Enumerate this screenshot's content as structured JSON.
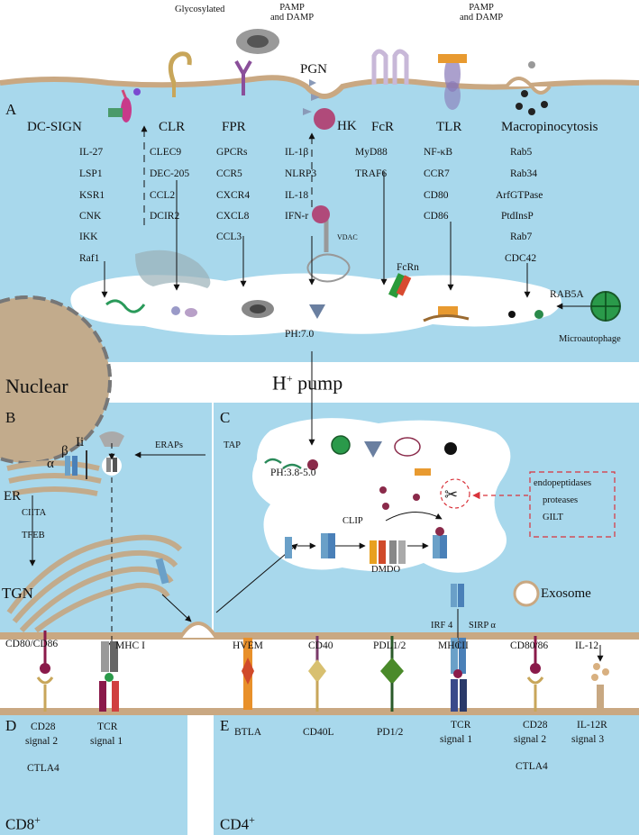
{
  "top": {
    "glycosylated": "Glycosylated",
    "pamp_damp_1": "PAMP\nand DAMP",
    "pamp_damp_2": "PAMP\nand DAMP",
    "pgn": "PGN",
    "hk": "HK",
    "vdac": "VDAC",
    "fcrn": "FcRn",
    "ph_70": "PH:7.0",
    "rab5a": "RAB5A",
    "microautophage": "Microautophage",
    "nuclear": "Nuclear",
    "h_pump": "H",
    "h_pump_sup": "+",
    "h_pump_tail": " pump"
  },
  "panels": {
    "a": "A",
    "b": "B",
    "c": "C",
    "d": "D",
    "e": "E",
    "cd8": "CD8",
    "cd8_sup": "+",
    "cd4": "CD4",
    "cd4_sup": "+"
  },
  "receptors": [
    {
      "name": "DC-SIGN",
      "molecules": [
        "IL-27",
        "LSP1",
        "KSR1",
        "CNK",
        "IKK",
        "Raf1"
      ]
    },
    {
      "name": "CLR",
      "molecules": [
        "CLEC9",
        "DEC-205",
        "CCL2",
        "DCIR2"
      ]
    },
    {
      "name": "FPR",
      "molecules": [
        "GPCRs",
        "CCR5",
        "CXCR4",
        "CXCL8",
        "CCL3"
      ]
    },
    {
      "name": "HK",
      "molecules": [
        "IL-1β",
        "NLRP3",
        "IL-18",
        "IFN-r"
      ]
    },
    {
      "name": "FcR",
      "molecules": [
        "MyD88",
        "TRAF6"
      ]
    },
    {
      "name": "TLR",
      "molecules": [
        "NF-κB",
        "CCR7",
        "CD80",
        "CD86"
      ]
    },
    {
      "name": "Macropinocytosis",
      "molecules": [
        "Rab5",
        "Rab34",
        "ArfGTPase",
        "PtdInsP",
        "Rab7",
        "CDC42"
      ]
    }
  ],
  "panel_b": {
    "alpha": "α",
    "beta": "β",
    "ii": "Ii",
    "er": "ER",
    "ciita": "CIITA",
    "tfeb": "TFEB",
    "tgn": "TGN",
    "erap": "ERAPs",
    "tap": "TAP"
  },
  "panel_c": {
    "ph_acid": "PH:3.8-5.0",
    "clip": "CLIP",
    "dmdo": "DMDO",
    "enzymes": [
      "endopeptidases",
      "proteases",
      "GILT"
    ],
    "exosome": "Exosome",
    "irf4": "IRF 4",
    "sirp": "SIRP α"
  },
  "membrane_top": {
    "cd80_cd86": "CD80/CD86",
    "mhc1": "MHC I",
    "hvem": "HVEM",
    "cd40": "CD40",
    "pdl": "PDL1/2",
    "mhc2": "MHCII",
    "cd8086": "CD80/86",
    "il12": "IL-12"
  },
  "membrane_bottom": {
    "cd28_d": "CD28",
    "signal2_d": "signal 2",
    "tcr_d": "TCR",
    "signal1_d": "signal 1",
    "ctla4_d": "CTLA4",
    "btla": "BTLA",
    "cd40l": "CD40L",
    "pd12": "PD1/2",
    "tcr_e": "TCR",
    "signal1_e": "signal 1",
    "cd28_e": "CD28",
    "signal2_e": "signal 2",
    "ctla4_e": "CTLA4",
    "il12r": "IL-12R",
    "signal3": "signal 3"
  },
  "colors": {
    "cytoplasm": "#a8d8ec",
    "membrane": "#c9a882",
    "nucleus": "#c2ab8c",
    "enzyme_box": "#d9333b"
  }
}
